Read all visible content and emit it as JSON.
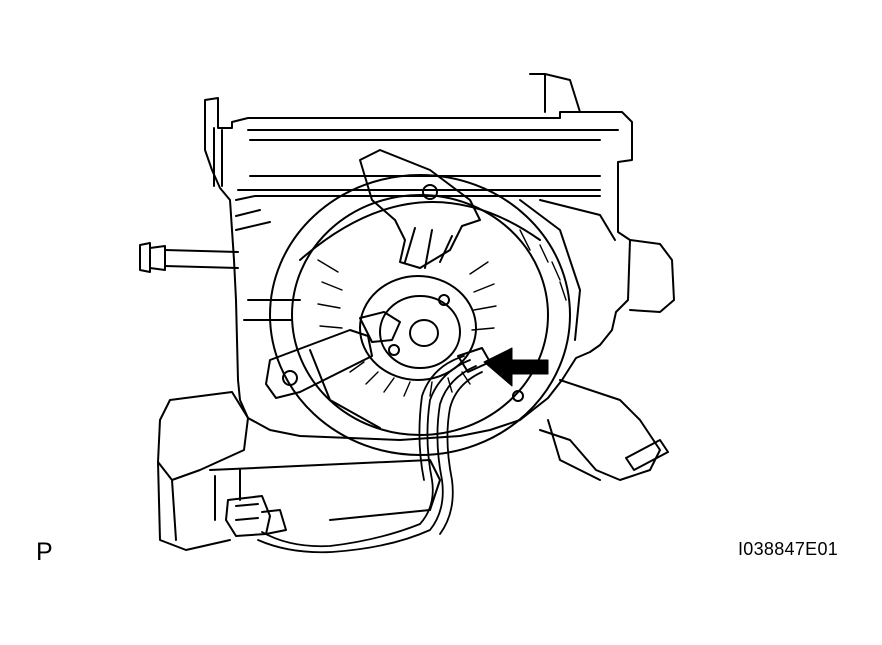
{
  "corner_letter": "P",
  "figure_id": "I038847E01",
  "colors": {
    "line": "#000000",
    "background": "#ffffff"
  },
  "illustration": {
    "subject": "blower-motor-unit",
    "callout": "arrow-pointing-to-connector"
  }
}
